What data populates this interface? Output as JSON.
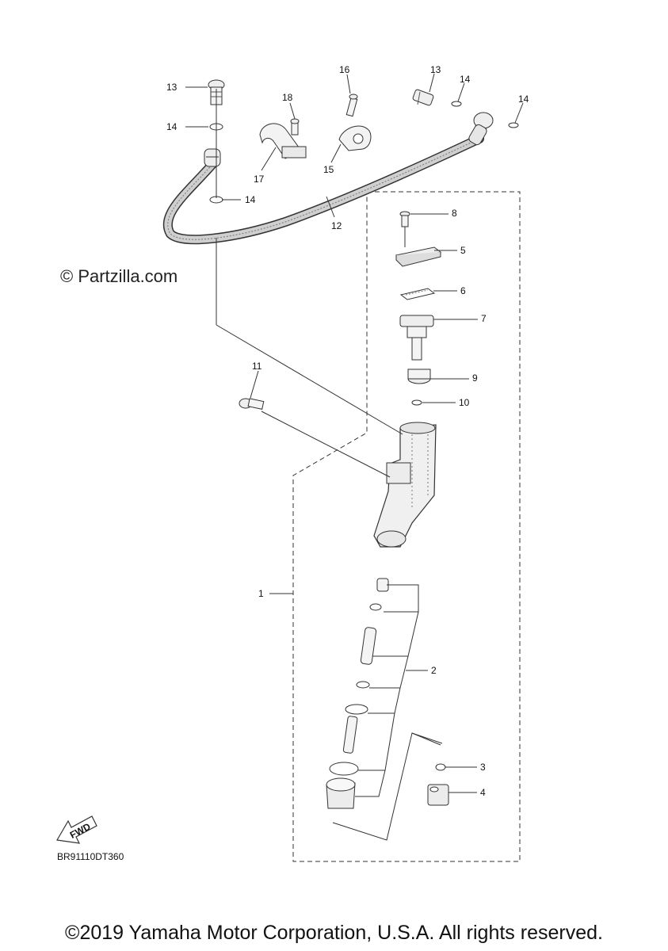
{
  "watermark": "© Partzilla.com",
  "diagram_code": "BR91110DT360",
  "copyright": "©2019 Yamaha Motor Corporation, U.S.A. All rights reserved.",
  "fwd_label": "FWD",
  "callouts": {
    "c1": "1",
    "c2": "2",
    "c3": "3",
    "c4": "4",
    "c5": "5",
    "c6": "6",
    "c7": "7",
    "c8": "8",
    "c9": "9",
    "c10": "10",
    "c11": "11",
    "c12": "12",
    "c13a": "13",
    "c13b": "13",
    "c14a": "14",
    "c14b": "14",
    "c14c": "14",
    "c14d": "14",
    "c15": "15",
    "c16": "16",
    "c17": "17",
    "c18": "18"
  }
}
